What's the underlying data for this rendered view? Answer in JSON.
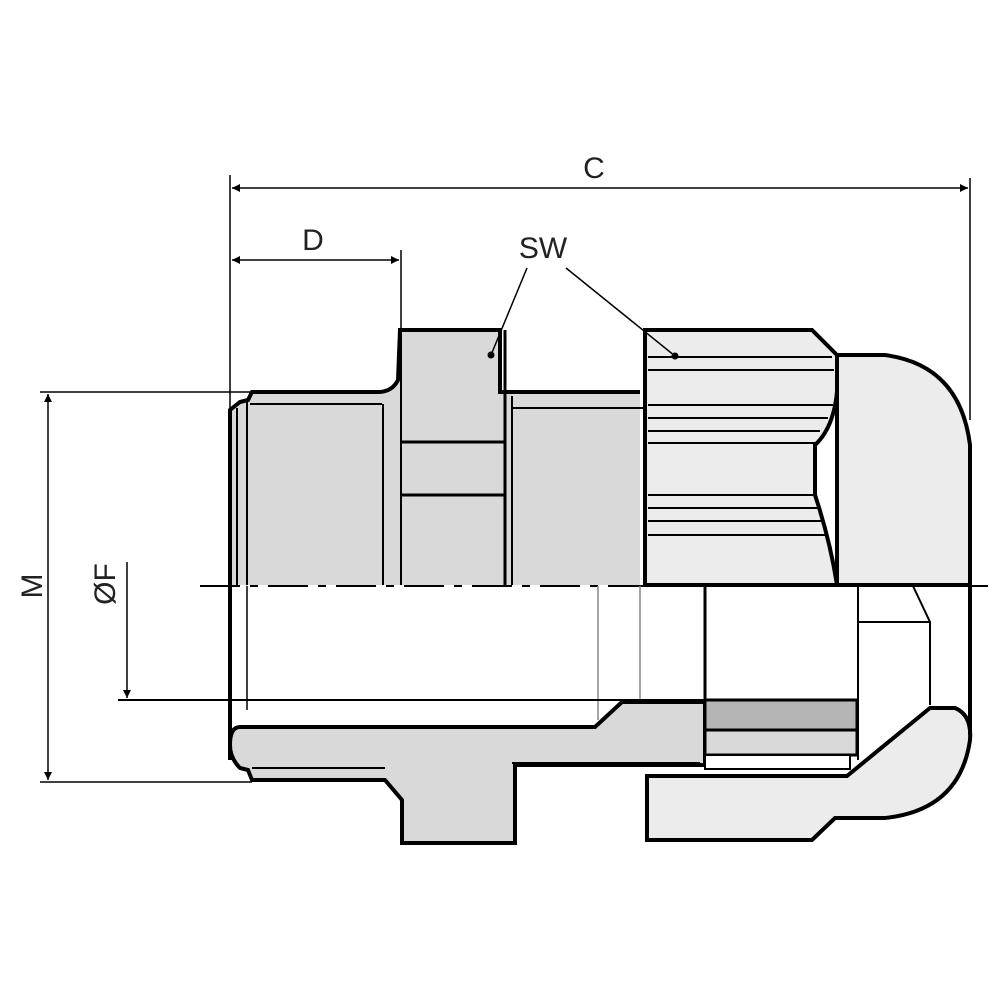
{
  "drawing": {
    "subject": "cable gland cross-section",
    "colors": {
      "outline": "#000000",
      "body_fill": "#d9d9d9",
      "cap_fill": "#ececec",
      "seal_fill": "#b5b5b5",
      "background": "#ffffff"
    },
    "dimensions": {
      "C": "C",
      "D": "D",
      "SW": "SW",
      "M": "M",
      "F": "ØF"
    }
  }
}
